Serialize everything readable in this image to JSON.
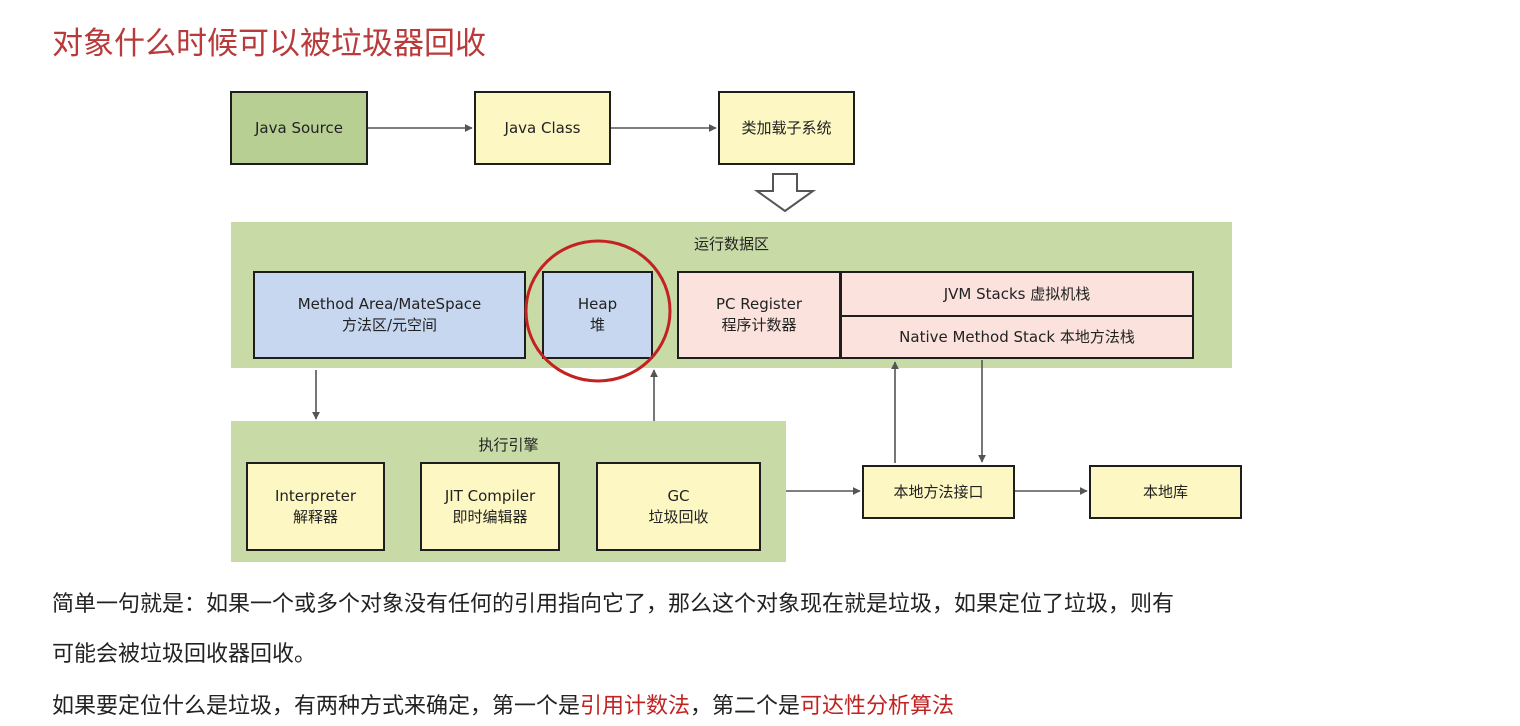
{
  "title": "对象什么时候可以被垃圾器回收",
  "diagram": {
    "java_source": "Java Source",
    "java_class": "Java Class",
    "class_loader": "类加载子系统",
    "runtime_area": {
      "label": "运行数据区",
      "method_area": {
        "line1": "Method Area/MateSpace",
        "line2": "方法区/元空间"
      },
      "heap": {
        "line1": "Heap",
        "line2": "堆"
      },
      "pc_register": {
        "line1": "PC Register",
        "line2": "程序计数器"
      },
      "jvm_stacks": "JVM Stacks 虚拟机栈",
      "native_stack": "Native Method Stack 本地方法栈"
    },
    "execution_engine": {
      "label": "执行引擎",
      "interpreter": {
        "line1": "Interpreter",
        "line2": "解释器"
      },
      "jit": {
        "line1": "JIT Compiler",
        "line2": "即时编辑器"
      },
      "gc": {
        "line1": "GC",
        "line2": "垃圾回收"
      }
    },
    "native_interface": "本地方法接口",
    "native_library": "本地库",
    "colors": {
      "title": "#b83a3a",
      "region": "#c8dba7",
      "green_box": "#b8cf93",
      "yellow_box": "#fdf7c4",
      "blue_box": "#c6d7ef",
      "pink_box": "#fbe2dc",
      "highlight_circle": "#c22222"
    }
  },
  "body_text": {
    "para1_line1": "简单一句就是：如果一个或多个对象没有任何的引用指向它了，那么这个对象现在就是垃圾，如果定位了垃圾，则有",
    "para1_line2": "可能会被垃圾回收器回收。",
    "para2_prefix": "如果要定位什么是垃圾，有两种方式来确定，第一个是",
    "para2_method1": "引用计数法",
    "para2_middle": "，第二个是",
    "para2_method2": "可达性分析算法"
  }
}
